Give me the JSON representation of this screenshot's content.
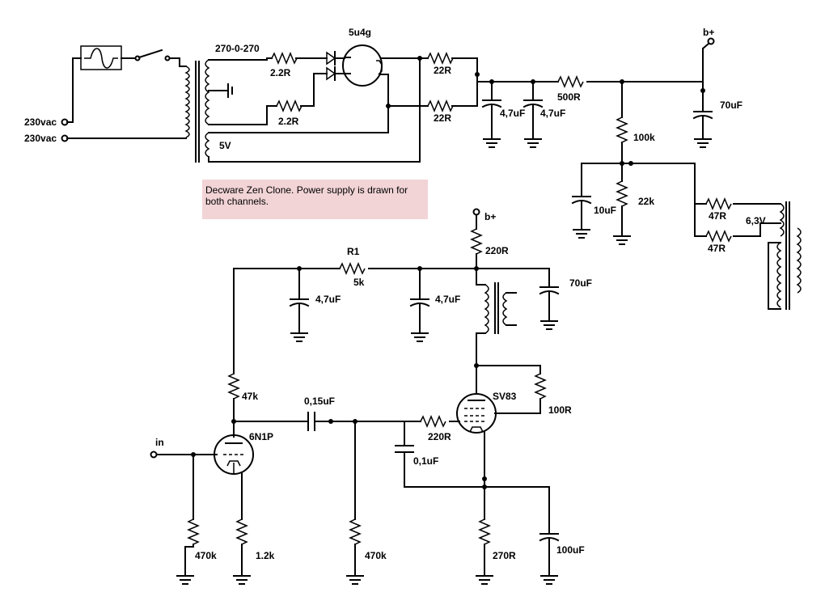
{
  "note": "Decware Zen Clone. Power supply is drawn for both channels.",
  "labels": {
    "vac1": "230vac",
    "vac2": "230vac",
    "transformer": "270-0-270",
    "r_2_2a": "2.2R",
    "r_2_2b": "2.2R",
    "filament_5v": "5V",
    "rectifier": "5u4g",
    "r_22a": "22R",
    "r_22b": "22R",
    "c_47a": "4,7uF",
    "c_47b": "4,7uF",
    "r_500": "500R",
    "bplus_top": "b+",
    "c_70_top": "70uF",
    "r_100k": "100k",
    "c_10": "10uF",
    "r_22k": "22k",
    "r_47a": "47R",
    "r_47b": "47R",
    "heater_63": "6,3V",
    "bplus_amp": "b+",
    "r_220": "220R",
    "r1_name": "R1",
    "r1_val": "5k",
    "c_47c": "4,7uF",
    "c_47d": "4,7uF",
    "c_70_amp": "70uF",
    "r_47k": "47k",
    "c_015": "0,15uF",
    "in": "in",
    "tube_6n1p": "6N1P",
    "tube_sv83": "SV83",
    "r_100": "100R",
    "r_220grid": "220R",
    "c_01": "0,1uF",
    "r_470k_a": "470k",
    "r_12k": "1.2k",
    "r_470k_b": "470k",
    "r_270": "270R",
    "c_100": "100uF"
  }
}
